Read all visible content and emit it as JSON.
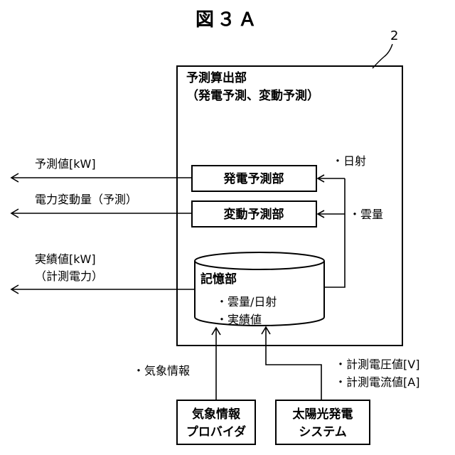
{
  "figure": {
    "title": "図３Ａ",
    "ref_number": "2"
  },
  "device": {
    "title": "予測算出部",
    "subtitle": "（発電予測、変動予測）"
  },
  "blocks": {
    "generation_forecast": "発電予測部",
    "fluctuation_forecast": "変動予測部",
    "storage": {
      "label": "記憶部",
      "items": [
        "・雲量/日射",
        "・実績値"
      ]
    }
  },
  "inputs": {
    "solar_radiation": "・日射",
    "cloud_cover": "・雲量",
    "weather_info": "・気象情報",
    "measured_voltage": "・計測電圧値[V]",
    "measured_current": "・計測電流値[A]"
  },
  "outputs": {
    "forecast_value": "予測値[kW]",
    "power_fluctuation": "電力変動量（予測）",
    "actual_value_line1": "実績値[kW]",
    "actual_value_line2": "（計測電力）"
  },
  "sources": {
    "weather_provider_line1": "気象情報",
    "weather_provider_line2": "プロバイダ",
    "solar_system_line1": "太陽光発電",
    "solar_system_line2": "システム"
  }
}
